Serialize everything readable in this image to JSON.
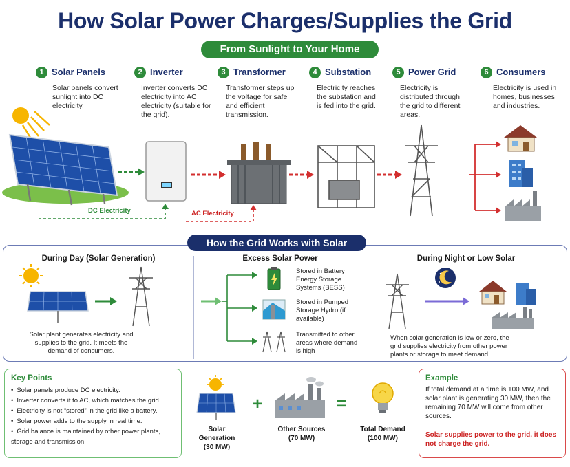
{
  "header": {
    "title": "How Solar Power Charges/Supplies the Grid",
    "subtitle": "From Sunlight to Your Home"
  },
  "steps": [
    {
      "num": "1",
      "title": "Solar Panels",
      "desc": "Solar panels convert sunlight into DC electricity."
    },
    {
      "num": "2",
      "title": "Inverter",
      "desc": "Inverter converts DC electricity into AC electricity (suitable for the grid)."
    },
    {
      "num": "3",
      "title": "Transformer",
      "desc": "Transformer steps up the voltage for safe and efficient transmission."
    },
    {
      "num": "4",
      "title": "Substation",
      "desc": "Electricity reaches the substation and is fed into the grid."
    },
    {
      "num": "5",
      "title": "Power Grid",
      "desc": "Electricity is distributed through the grid to different areas."
    },
    {
      "num": "6",
      "title": "Consumers",
      "desc": "Electricity is used in homes, businesses and industries."
    }
  ],
  "flow_labels": {
    "dc": "DC Electricity",
    "ac": "AC Electricity"
  },
  "grid_section": {
    "banner": "How the Grid Works with Solar",
    "day": {
      "title": "During Day (Solar Generation)",
      "text": "Solar plant generates electricity and supplies to the grid. It meets the demand of consumers."
    },
    "excess": {
      "title": "Excess Solar Power",
      "items": [
        "Stored in Battery Energy Storage Systems (BESS)",
        "Stored in Pumped Storage Hydro (if available)",
        "Transmitted to other areas where demand is high"
      ]
    },
    "night": {
      "title": "During Night or Low Solar",
      "text": "When solar generation is low or zero, the grid supplies electricity from other power plants or storage to meet demand."
    }
  },
  "key_points": {
    "title": "Key Points",
    "items": [
      "Solar panels produce DC electricity.",
      "Inverter converts it to AC, which matches the grid.",
      "Electricity is not “stored” in the grid like a battery.",
      "Solar power adds to the supply in real time.",
      "Grid balance is maintained by other power plants, storage and transmission."
    ]
  },
  "equation": {
    "solar": "Solar Generation (30 MW)",
    "other": "Other Sources (70 MW)",
    "total": "Total Demand (100 MW)",
    "plus": "+",
    "equals": "="
  },
  "example": {
    "title": "Example",
    "text": "If total demand at a time is 100 MW, and solar plant is generating 30 MW, then the remaining 70 MW will come from other sources.",
    "conclusion": "Solar supplies power to the grid, it does not charge the grid."
  },
  "colors": {
    "navy": "#1b2f6b",
    "green": "#2e8b3a",
    "red": "#cc2222",
    "panel": "#1e4fa8"
  }
}
